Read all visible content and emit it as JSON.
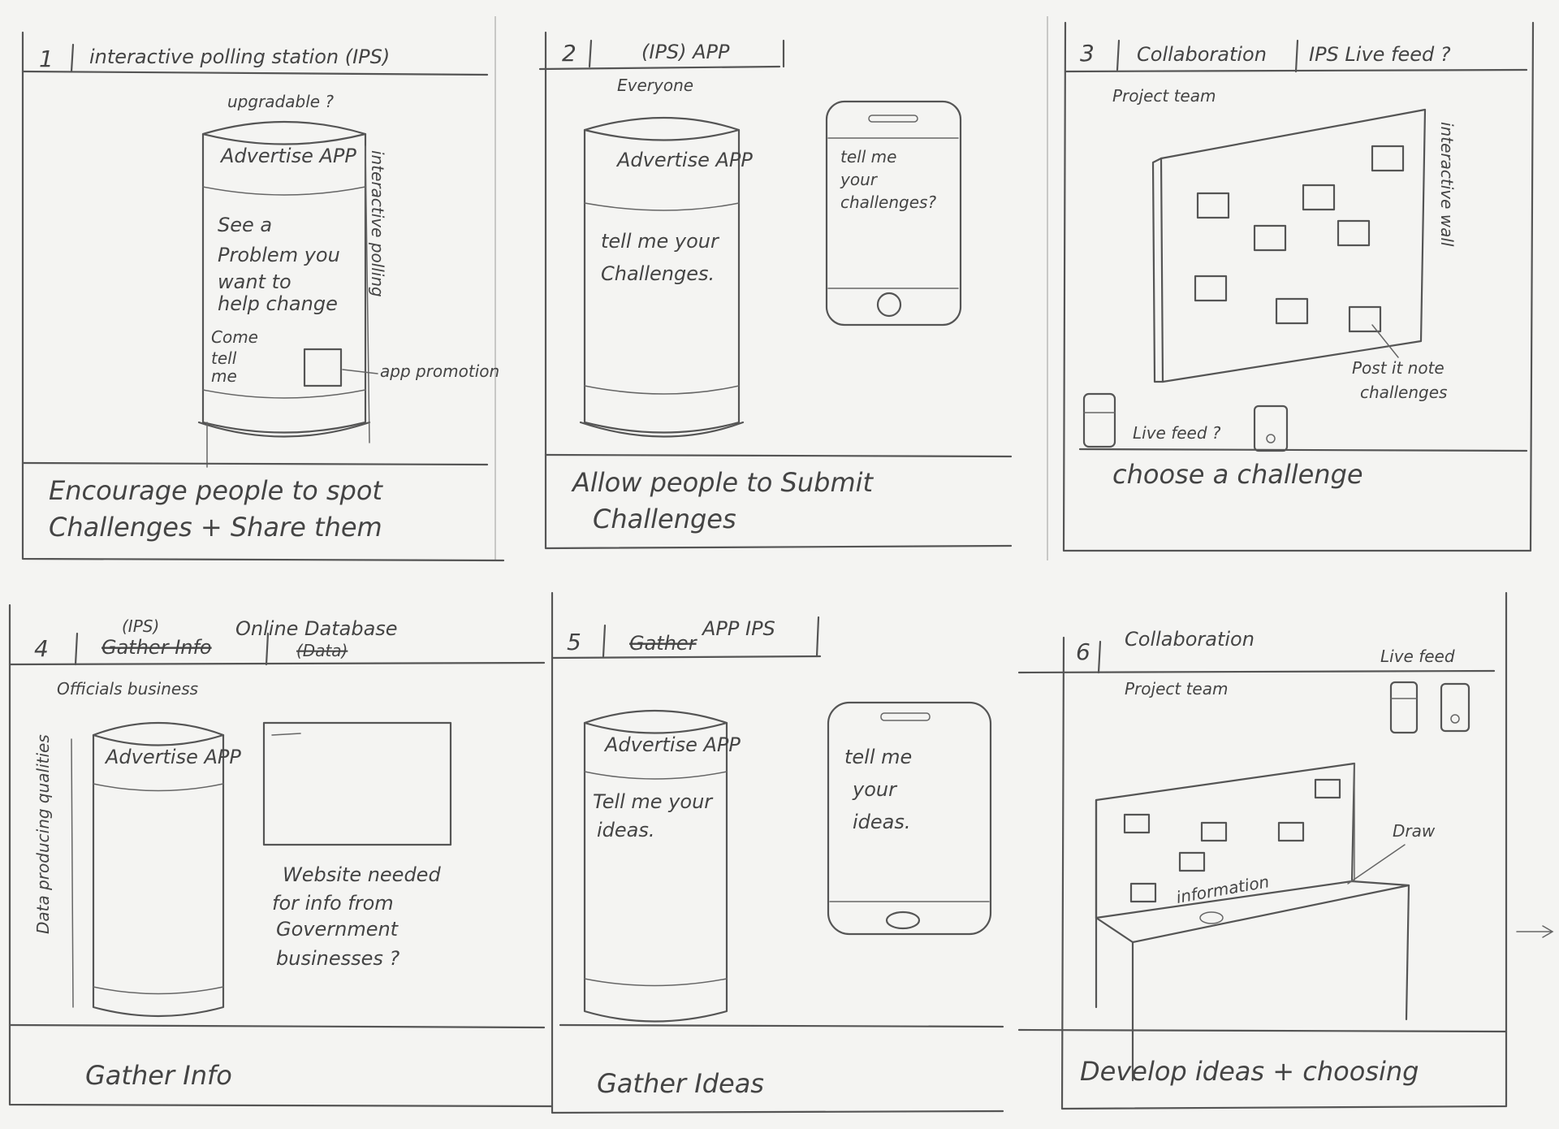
{
  "panels": [
    {
      "number": "1",
      "title": "interactive polling station (IPS)",
      "notes": {
        "upgradable": "upgradable ?",
        "vertical": "interactive polling",
        "promo": "app promotion"
      },
      "screen_header": "Advertise APP",
      "screen_body": [
        "See a",
        "Problem you",
        "want to",
        "help change"
      ],
      "screen_footer": [
        "Come",
        "tell",
        "me"
      ],
      "caption": [
        "Encourage people to spot",
        "Challenges + Share them"
      ]
    },
    {
      "number": "2",
      "title": "(IPS) APP",
      "audience": "Everyone",
      "screen_header": "Advertise APP",
      "screen_body": [
        "tell me your",
        "Challenges."
      ],
      "phone_text": [
        "tell me",
        "your",
        "challenges?"
      ],
      "caption": [
        "Allow people to Submit",
        "Challenges"
      ]
    },
    {
      "number": "3",
      "title": "Collaboration",
      "title_right": "IPS Live feed ?",
      "audience": "Project team",
      "wall_label": "interactive wall",
      "postit_label": [
        "Post it note",
        "challenges"
      ],
      "live_feed": "Live feed ?",
      "caption": [
        "choose a challenge"
      ]
    },
    {
      "number": "4",
      "title_struck": "Gather Info",
      "title_insert": "(IPS)",
      "title_right": "Online Database",
      "title_right_struck": "(Data)",
      "audience": "Officials business",
      "vertical": "Data producing qualities",
      "screen_header": "Advertise APP",
      "website_note": [
        "Website needed",
        "for info from",
        "Government",
        "businesses ?"
      ],
      "caption": [
        "Gather Info"
      ]
    },
    {
      "number": "5",
      "title_struck": "Gather",
      "title_insert": "APP IPS",
      "screen_header": "Advertise APP",
      "screen_body": [
        "Tell me your",
        "ideas."
      ],
      "phone_text": [
        "tell me",
        "your",
        "ideas."
      ],
      "caption": [
        "Gather Ideas"
      ]
    },
    {
      "number": "6",
      "title": "Collaboration",
      "audience": "Project team",
      "live_feed": "Live feed",
      "draw_label": "Draw",
      "table_label": "information",
      "caption": [
        "Develop ideas + choosing"
      ]
    }
  ]
}
